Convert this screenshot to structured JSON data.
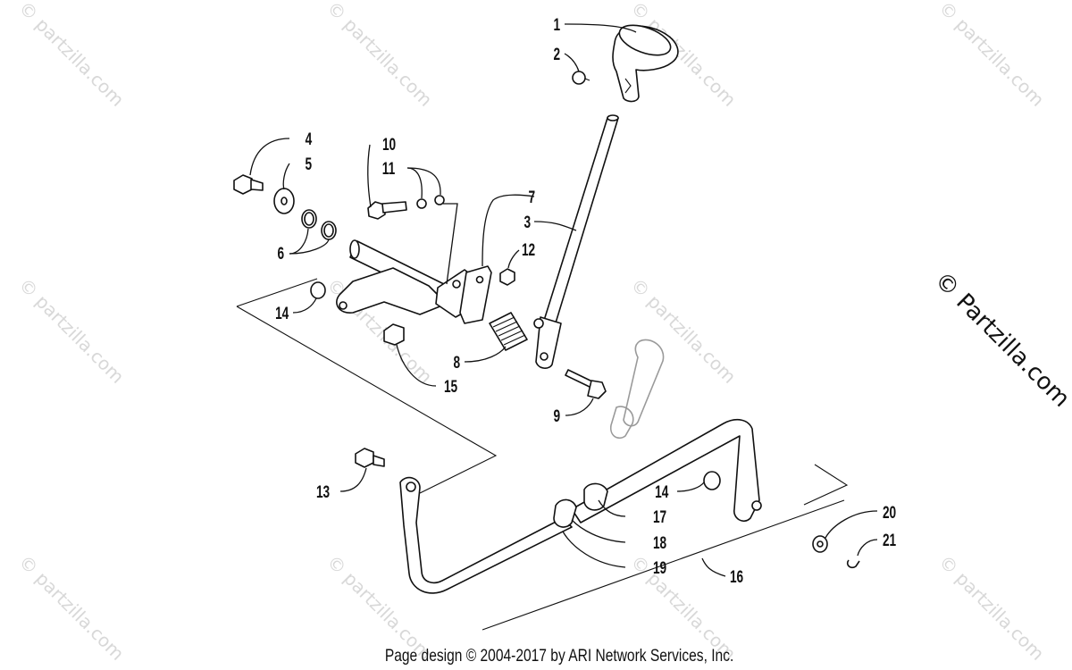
{
  "watermark": {
    "text": "© partzilla.com",
    "side_text": "© Partzilla.com"
  },
  "footer": {
    "text": "Page design © 2004-2017 by ARI Network Services, Inc."
  },
  "callouts": {
    "c1": "1",
    "c2": "2",
    "c3": "3",
    "c4": "4",
    "c5": "5",
    "c6": "6",
    "c7": "7",
    "c8": "8",
    "c9": "9",
    "c10": "10",
    "c11": "11",
    "c12": "12",
    "c13": "13",
    "c14a": "14",
    "c14b": "14",
    "c15": "15",
    "c16": "16",
    "c17": "17",
    "c18": "18",
    "c19": "19",
    "c20": "20",
    "c21": "21"
  }
}
